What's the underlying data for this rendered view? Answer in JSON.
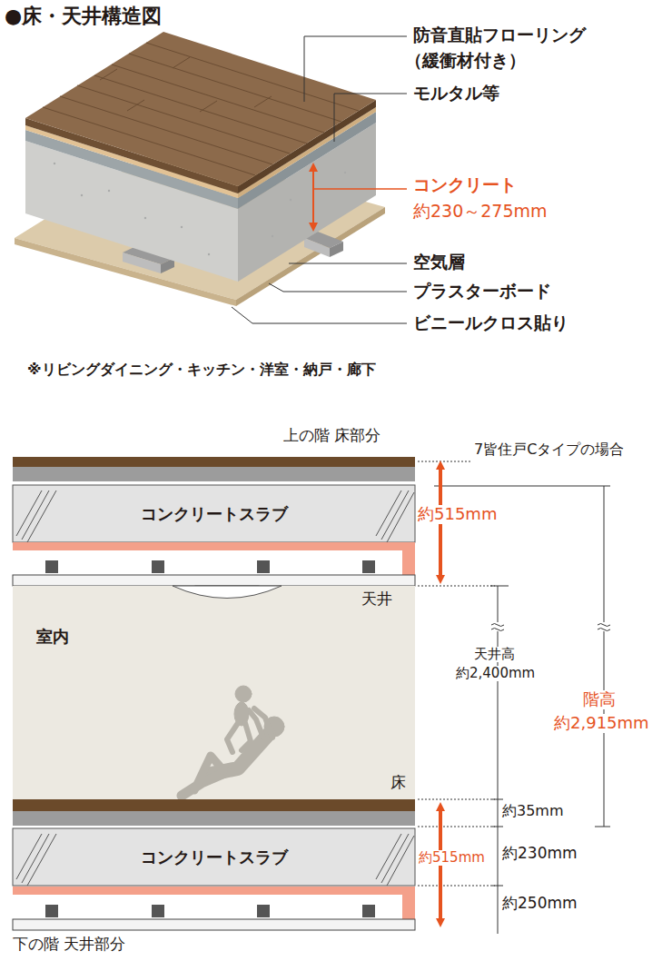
{
  "diagram": {
    "title": "●床・天井構造図",
    "nodes": [
      {
        "text": [
          "コンクリートスラブ"
        ]
      },
      {
        "text": [
          "室内"
        ]
      },
      {
        "text": [
          "コンクリートスラブ"
        ]
      }
    ],
    "labels": [
      "防音直貼フローリング",
      "（緩衝材付き）",
      "モルタル等",
      "コンクリート",
      "約230～275mm",
      "空気層",
      "プラスターボード",
      "ビニールクロス貼り",
      "※リビングダイニング・キッチン・洋室・納戸・廊下",
      "上の階 床部分",
      "7皆住戸Cタイプの場合",
      "約515mm",
      "天井",
      "天井高",
      "約2,400mm",
      "階高",
      "約2,915mm",
      "床",
      "約35mm",
      "約515mm",
      "約230mm",
      "約250mm",
      "下の階 天井部分"
    ]
  }
}
